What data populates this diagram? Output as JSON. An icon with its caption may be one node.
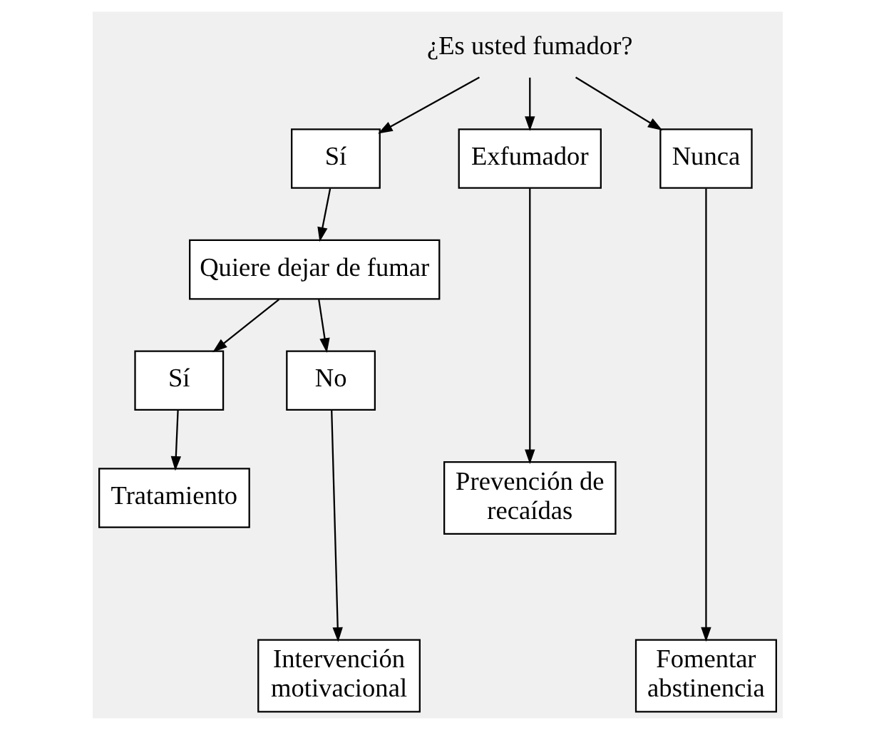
{
  "diagram": {
    "nodes": [
      {
        "text": [
          "¿Es usted fumador?"
        ]
      },
      {
        "text": [
          "Sí"
        ]
      },
      {
        "text": [
          "Exfumador"
        ]
      },
      {
        "text": [
          "Nunca"
        ]
      },
      {
        "text": [
          "Quiere dejar de fumar"
        ]
      },
      {
        "text": [
          "Sí"
        ]
      },
      {
        "text": [
          "No"
        ]
      },
      {
        "text": [
          "Tratamiento"
        ]
      },
      {
        "text": [
          "Intervención motivacional"
        ]
      },
      {
        "text": [
          "Prevención de recaídas"
        ]
      },
      {
        "text": [
          "Fomentar abstinencia"
        ]
      }
    ],
    "edges": [
      {
        "from": 0,
        "to": 1,
        "arrow": "to"
      },
      {
        "from": 0,
        "to": 2,
        "arrow": "to"
      },
      {
        "from": 0,
        "to": 3,
        "arrow": "to"
      },
      {
        "from": 1,
        "to": 4,
        "arrow": "to"
      },
      {
        "from": 4,
        "to": 5,
        "arrow": "to"
      },
      {
        "from": 4,
        "to": 6,
        "arrow": "to"
      },
      {
        "from": 5,
        "to": 7,
        "arrow": "to"
      },
      {
        "from": 6,
        "to": 8,
        "arrow": "to"
      },
      {
        "from": 2,
        "to": 9,
        "arrow": "to"
      },
      {
        "from": 3,
        "to": 10,
        "arrow": "to"
      }
    ]
  }
}
